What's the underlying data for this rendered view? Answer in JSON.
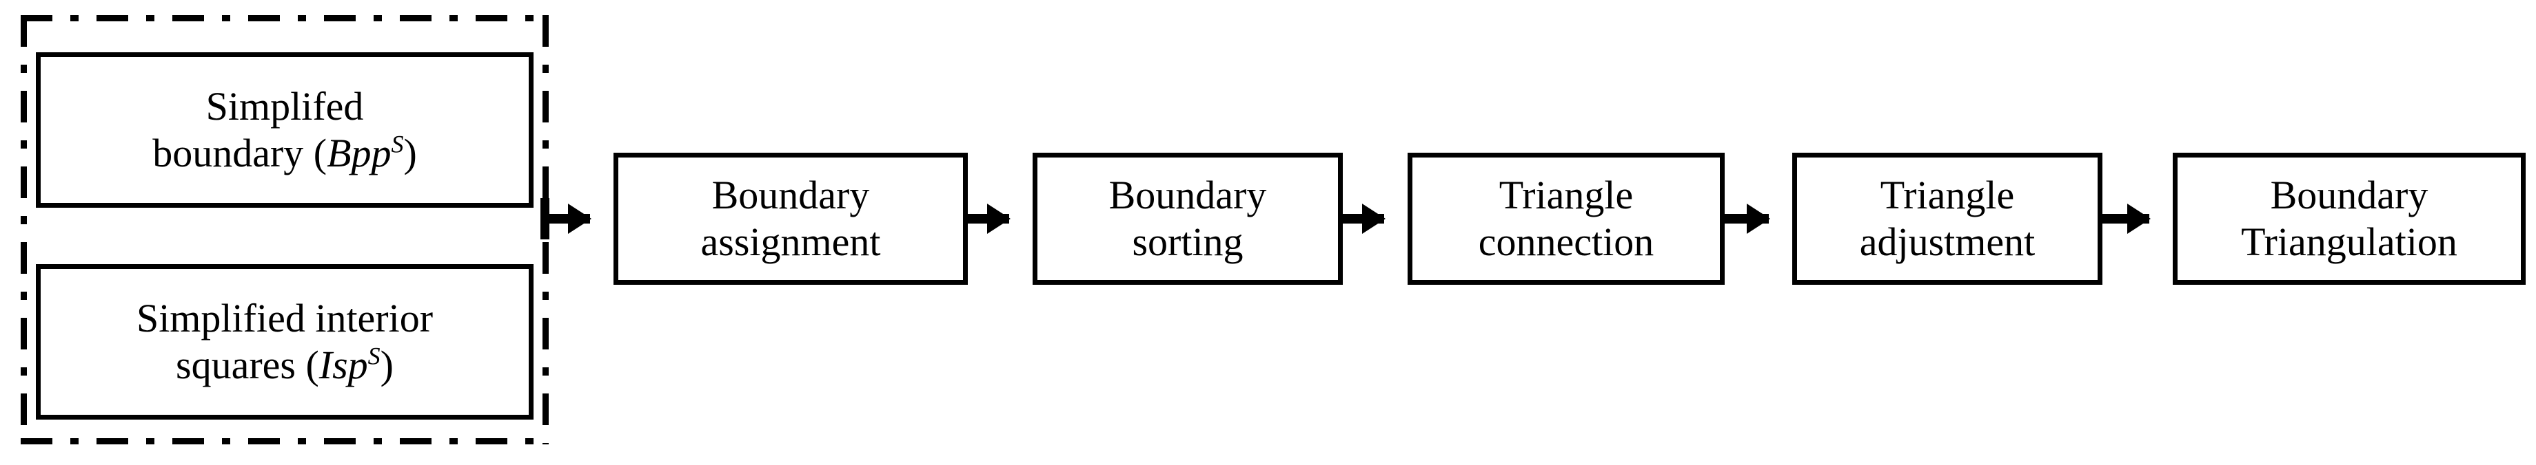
{
  "diagram": {
    "type": "flowchart",
    "orientation": "left-to-right",
    "background_color": "#ffffff",
    "line_color": "#000000",
    "title": ""
  },
  "input_group": {
    "border_style": "dash-dot",
    "name": "simplified-inputs-group",
    "nodes": [
      {
        "id": "simplified-boundary",
        "line1": "Simplifed",
        "line2_prefix": "boundary (",
        "variable": "Bpp",
        "superscript": "S",
        "line2_suffix": ")",
        "full_text": "Simplifed boundary (BppS)"
      },
      {
        "id": "simplified-interior-squares",
        "line1": "Simplified interior",
        "line2_prefix": "squares (",
        "variable": "Isp",
        "superscript": "S",
        "line2_suffix": ")",
        "full_text": "Simplified interior squares (IspS)"
      }
    ]
  },
  "process_chain": {
    "nodes": [
      {
        "id": "boundary-assignment",
        "line1": "Boundary",
        "line2": "assignment",
        "full_text": "Boundary assignment"
      },
      {
        "id": "boundary-sorting",
        "line1": "Boundary",
        "line2": "sorting",
        "full_text": "Boundary sorting"
      },
      {
        "id": "triangle-connection",
        "line1": "Triangle",
        "line2": "connection",
        "full_text": "Triangle connection"
      },
      {
        "id": "triangle-adjustment",
        "line1": "Triangle",
        "line2": "adjustment",
        "full_text": "Triangle adjustment"
      },
      {
        "id": "boundary-triangulation",
        "line1": "Boundary",
        "line2": "Triangulation",
        "full_text": "Boundary Triangulation"
      }
    ]
  },
  "connectors": [
    {
      "id": "group-to-assignment",
      "from": "simplified-inputs-group",
      "to": "boundary-assignment",
      "style": "solid-arrow-with-tail-tick"
    },
    {
      "id": "assignment-to-sorting",
      "from": "boundary-assignment",
      "to": "boundary-sorting",
      "style": "solid-arrow"
    },
    {
      "id": "sorting-to-connection",
      "from": "boundary-sorting",
      "to": "triangle-connection",
      "style": "solid-arrow"
    },
    {
      "id": "connection-to-adjustment",
      "from": "triangle-connection",
      "to": "triangle-adjustment",
      "style": "solid-arrow"
    },
    {
      "id": "adjustment-to-triangulation",
      "from": "triangle-adjustment",
      "to": "boundary-triangulation",
      "style": "solid-arrow"
    }
  ]
}
